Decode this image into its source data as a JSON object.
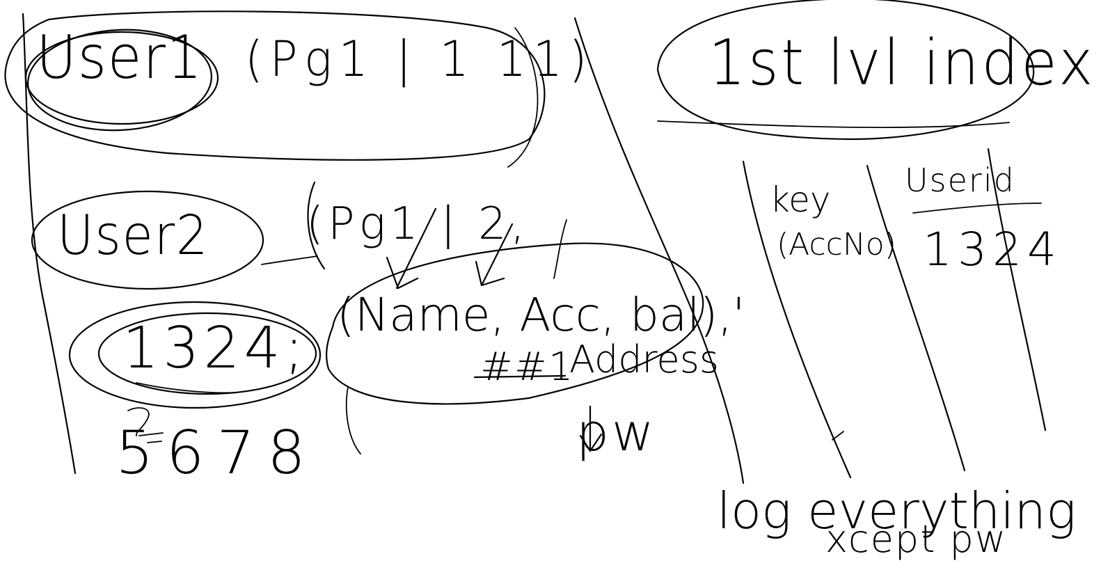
{
  "left_panel": {
    "user1": {
      "label": "User1",
      "tuple": "(Pg1 | 1 11)"
    },
    "user2": {
      "label": "User2",
      "tuple": "(Pg1 | 2,"
    },
    "record_id": "1324;",
    "fields": "(Name, Acc, bal),'",
    "struck_field_hash": "##1",
    "struck_field_word": "Address",
    "digits_row": "5678",
    "pw_note": "pw"
  },
  "right_panel": {
    "title": "1st lvl index",
    "key_header": "key",
    "key_sub": "(AccNo)",
    "userid_header": "Userid",
    "userid_value": "1324",
    "footer_line1": "log everything",
    "footer_line2": "xcept pw"
  },
  "ink_color": "#000000",
  "background": "#ffffff"
}
